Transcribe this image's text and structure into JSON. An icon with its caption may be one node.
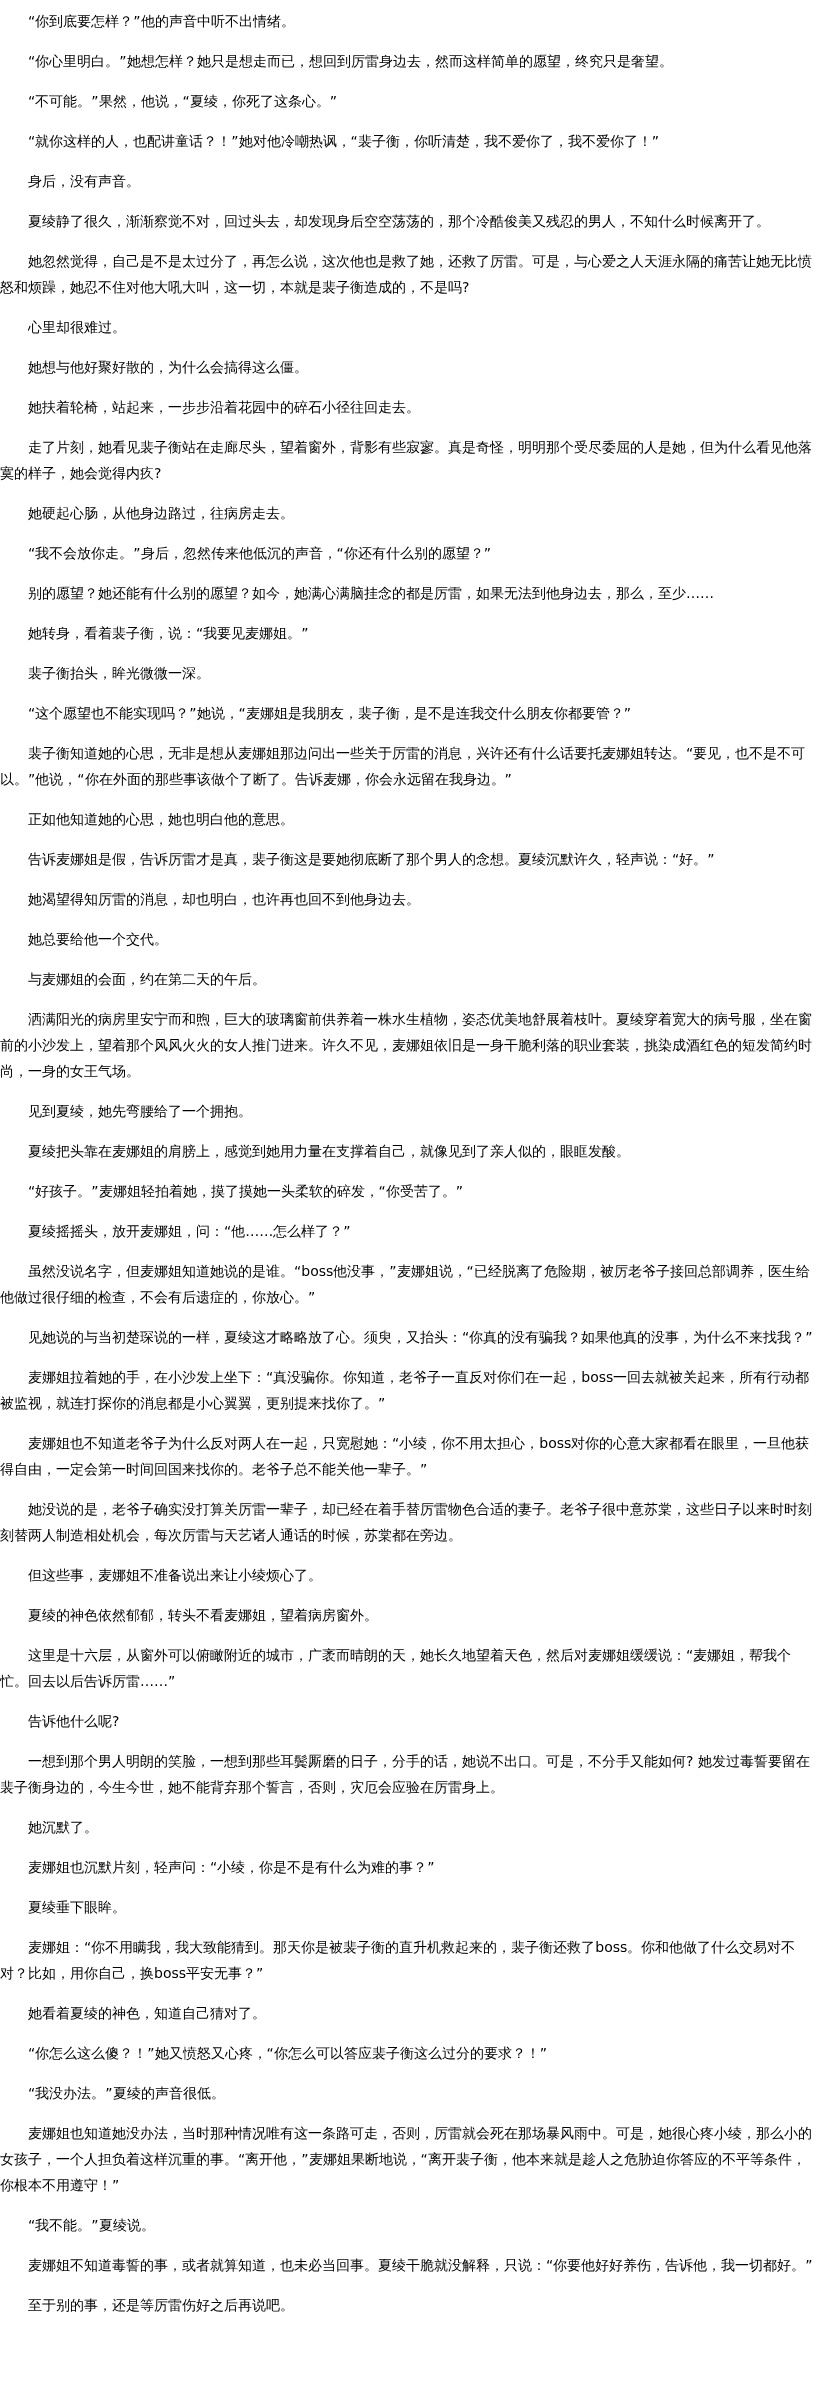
{
  "diagram": {
    "labels": [
      "“你到底要怎样？”他的声音中听不出情绪。",
      "“你心里明白。”她想怎样？她只是想走而已，想回到厉雷身边去，然而这样简单的愿望，终究只是奢望。",
      "“不可能。”果然，他说，“夏绫，你死了这条心。”",
      "“就你这样的人，也配讲童话？！”她对他冷嘲热讽，“裴子衡，你听清楚，我不爱你了，我不爱你了！”",
      "身后，没有声音。",
      "夏绫静了很久，渐渐察觉不对，回过头去，却发现身后空空荡荡的，那个冷酷俊美又残忍的男人，不知什么时候离开了。",
      "她忽然觉得，自己是不是太过分了，再怎么说，这次他也是救了她，还救了厉雷。可是，与心爱之人天涯永隔的痛苦让她无比愤怒和烦躁，她忍不住对他大吼大叫，这一切，本就是裴子衡造成的，不是吗?",
      "心里却很难过。",
      "她想与他好聚好散的，为什么会搞得这么僵。",
      "她扶着轮椅，站起来，一步步沿着花园中的碎石小径往回走去。",
      "走了片刻，她看见裴子衡站在走廊尽头，望着窗外，背影有些寂寥。真是奇怪，明明那个受尽委屈的人是她，但为什么看见他落寞的样子，她会觉得内疚?",
      "她硬起心肠，从他身边路过，往病房走去。",
      "“我不会放你走。”身后，忽然传来他低沉的声音，“你还有什么别的愿望？”",
      "别的愿望？她还能有什么别的愿望？如今，她满心满脑挂念的都是厉雷，如果无法到他身边去，那么，至少……",
      "她转身，看着裴子衡，说：“我要见麦娜姐。”",
      "裴子衡抬头，眸光微微一深。",
      "“这个愿望也不能实现吗？”她说，“麦娜姐是我朋友，裴子衡，是不是连我交什么朋友你都要管？”",
      "裴子衡知道她的心思，无非是想从麦娜姐那边问出一些关于厉雷的消息，兴许还有什么话要托麦娜姐转达。“要见，也不是不可以。”他说，“你在外面的那些事该做个了断了。告诉麦娜，你会永远留在我身边。”",
      "正如他知道她的心思，她也明白他的意思。",
      "告诉麦娜姐是假，告诉厉雷才是真，裴子衡这是要她彻底断了那个男人的念想。夏绫沉默许久，轻声说：“好。”",
      "她渴望得知厉雷的消息，却也明白，也许再也回不到他身边去。",
      "她总要给他一个交代。",
      "与麦娜姐的会面，约在第二天的午后。",
      "洒满阳光的病房里安宁而和煦，巨大的玻璃窗前供养着一株水生植物，姿态优美地舒展着枝叶。夏绫穿着宽大的病号服，坐在窗前的小沙发上，望着那个风风火火的女人推门进来。许久不见，麦娜姐依旧是一身干脆利落的职业套装，挑染成酒红色的短发简约时尚，一身的女王气场。",
      "见到夏绫，她先弯腰给了一个拥抱。",
      "夏绫把头靠在麦娜姐的肩膀上，感觉到她用力量在支撑着自己，就像见到了亲人似的，眼眶发酸。",
      "“好孩子。”麦娜姐轻拍着她，摸了摸她一头柔软的碎发，“你受苦了。”",
      "夏绫摇摇头，放开麦娜姐，问：“他……怎么样了？”",
      "虽然没说名字，但麦娜姐知道她说的是谁。“boss他没事，”麦娜姐说，“已经脱离了危险期，被厉老爷子接回总部调养，医生给他做过很仔细的检查，不会有后遗症的，你放心。”",
      "见她说的与当初楚琛说的一样，夏绫这才略略放了心。须臾，又抬头：“你真的没有骗我？如果他真的没事，为什么不来找我？”",
      "麦娜姐拉着她的手，在小沙发上坐下：“真没骗你。你知道，老爷子一直反对你们在一起，boss一回去就被关起来，所有行动都被监视，就连打探你的消息都是小心翼翼，更别提来找你了。”",
      "麦娜姐也不知道老爷子为什么反对两人在一起，只宽慰她：“小绫，你不用太担心，boss对你的心意大家都看在眼里，一旦他获得自由，一定会第一时间回国来找你的。老爷子总不能关他一辈子。”",
      "她没说的是，老爷子确实没打算关厉雷一辈子，却已经在着手替厉雷物色合适的妻子。老爷子很中意苏棠，这些日子以来时时刻刻替两人制造相处机会，每次厉雷与天艺诸人通话的时候，苏棠都在旁边。",
      "但这些事，麦娜姐不准备说出来让小绫烦心了。",
      "夏绫的神色依然郁郁，转头不看麦娜姐，望着病房窗外。",
      "这里是十六层，从窗外可以俯瞰附近的城市，广袤而晴朗的天，她长久地望着天色，然后对麦娜姐缓缓说：“麦娜姐，帮我个忙。回去以后告诉厉雷……”",
      "告诉他什么呢?",
      "一想到那个男人明朗的笑脸，一想到那些耳鬓厮磨的日子，分手的话，她说不出口。可是，不分手又能如何? 她发过毒誓要留在裴子衡身边的，今生今世，她不能背弃那个誓言，否则，灾厄会应验在厉雷身上。",
      "她沉默了。",
      "麦娜姐也沉默片刻，轻声问：“小绫，你是不是有什么为难的事？”",
      "夏绫垂下眼眸。",
      "麦娜姐：“你不用瞒我，我大致能猜到。那天你是被裴子衡的直升机救起来的，裴子衡还救了boss。你和他做了什么交易对不对？比如，用你自己，换boss平安无事？”",
      "她看着夏绫的神色，知道自己猜对了。",
      "“你怎么这么傻？！”她又愤怒又心疼，“你怎么可以答应裴子衡这么过分的要求？！”",
      "“我没办法。”夏绫的声音很低。",
      "麦娜姐也知道她没办法，当时那种情况唯有这一条路可走，否则，厉雷就会死在那场暴风雨中。可是，她很心疼小绫，那么小的女孩子，一个人担负着这样沉重的事。“离开他，”麦娜姐果断地说，“离开裴子衡，他本来就是趁人之危胁迫你答应的不平等条件，你根本不用遵守！”",
      "“我不能。”夏绫说。",
      "麦娜姐不知道毒誓的事，或者就算知道，也未必当回事。夏绫干脆就没解释，只说：“你要他好好养伤，告诉他，我一切都好。”",
      "至于别的事，还是等厉雷伤好之后再说吧。"
    ]
  }
}
